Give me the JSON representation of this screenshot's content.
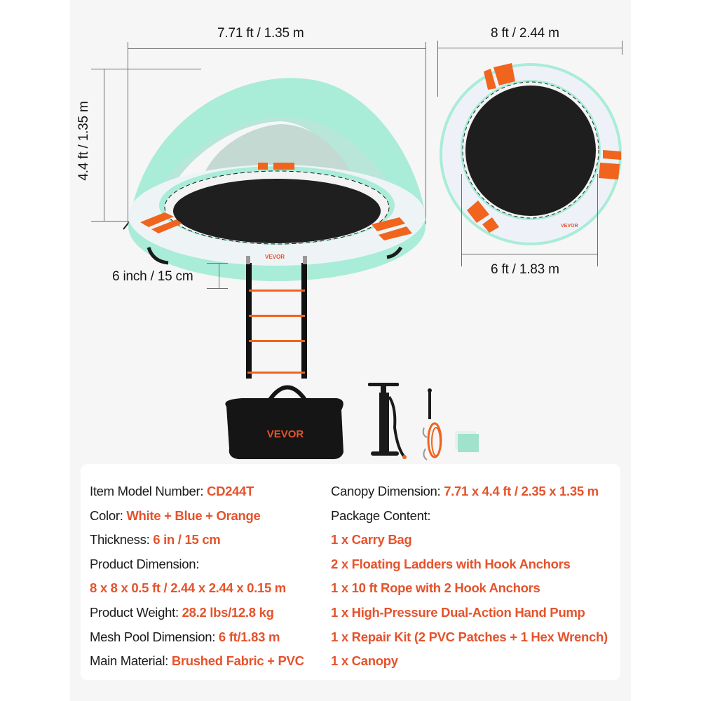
{
  "brand": "VEVOR",
  "colors": {
    "accent": "#e5532c",
    "text": "#1a1a1a",
    "float_mint": "#a9ecd8",
    "float_white": "#eef3f8",
    "stripe_orange": "#f0641e",
    "mesh": "#1f1f1f",
    "background": "#f6f6f6",
    "panel": "#ffffff"
  },
  "dimensions": {
    "canopy_width": "7.71 ft / 1.35 m",
    "canopy_height": "4.4 ft / 1.35 m",
    "thickness": "6 inch / 15 cm",
    "outer_diameter": "8 ft / 2.44 m",
    "mesh_diameter": "6 ft / 1.83 m"
  },
  "package_images": {
    "bag_logo": "VEVOR",
    "items": [
      "carry-bag",
      "hand-pump",
      "hex-wrench",
      "rope-with-hooks",
      "pvc-patches"
    ]
  },
  "specs": {
    "left": [
      {
        "label": "Item Model Number: ",
        "value": "CD244T"
      },
      {
        "label": "Color: ",
        "value": "White + Blue + Orange"
      },
      {
        "label": "Thickness: ",
        "value": "6 in / 15 cm"
      },
      {
        "label": "Product Dimension:",
        "value": ""
      },
      {
        "label": "",
        "value": "8 x 8 x 0.5 ft / 2.44 x 2.44 x 0.15 m"
      },
      {
        "label": "Product Weight: ",
        "value": "28.2 lbs/12.8 kg"
      },
      {
        "label": "Mesh Pool Dimension: ",
        "value": "6 ft/1.83 m"
      },
      {
        "label": "Main Material: ",
        "value": "Brushed Fabric + PVC"
      }
    ],
    "right": [
      {
        "label": "Canopy Dimension: ",
        "value": "7.71 x 4.4 ft / 2.35 x 1.35 m"
      },
      {
        "label": "Package Content:",
        "value": ""
      },
      {
        "label": "",
        "value": "1 x Carry Bag"
      },
      {
        "label": "",
        "value": "2 x Floating Ladders with Hook Anchors"
      },
      {
        "label": "",
        "value": "1 x 10 ft Rope with 2 Hook Anchors"
      },
      {
        "label": "",
        "value": "1 x High-Pressure Dual-Action Hand Pump"
      },
      {
        "label": "",
        "value": "1 x Repair Kit (2 PVC Patches + 1 Hex Wrench)"
      },
      {
        "label": "",
        "value": "1 x Canopy"
      }
    ]
  }
}
